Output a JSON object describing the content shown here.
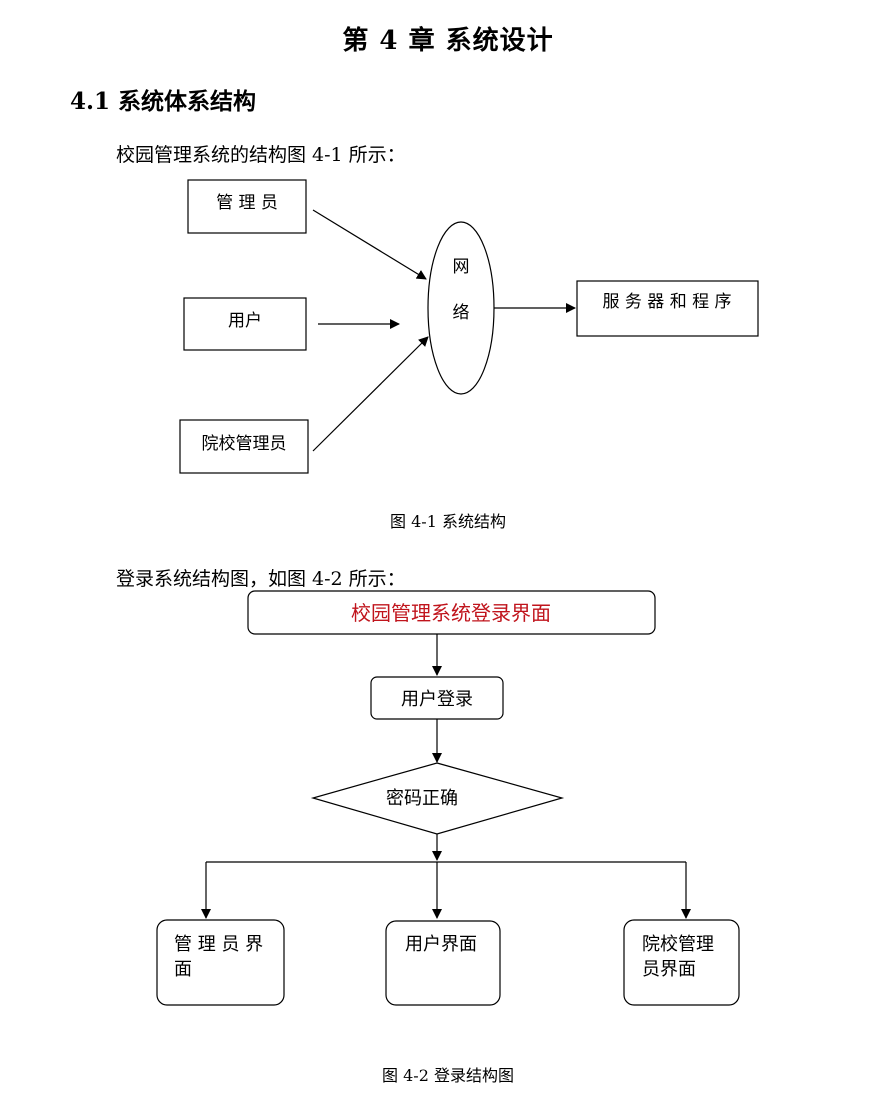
{
  "chapter_title": "第 4 章  系统设计",
  "section_title": "4.1  系统体系结构",
  "para1": "校园管理系统的结构图 4-1 所示：",
  "para2": "登录系统结构图，如图 4-2 所示：",
  "figure1": {
    "admin": "管 理 员",
    "user": "用户",
    "college_admin": "院校管理员",
    "network_line1": "网",
    "network_line2": "络",
    "server": "服 务 器 和 程 序",
    "caption": "图 4-1  系统结构"
  },
  "figure2": {
    "login_page": "校园管理系统登录界面",
    "login_page_color": "#c0141c",
    "user_login": "用户登录",
    "password_check": "密码正确",
    "admin_ui_line1": "管 理 员 界",
    "admin_ui_line2": "面",
    "user_ui": "用户界面",
    "college_ui_line1": "院校管理",
    "college_ui_line2": "员界面",
    "caption": "图 4-2  登录结构图"
  }
}
